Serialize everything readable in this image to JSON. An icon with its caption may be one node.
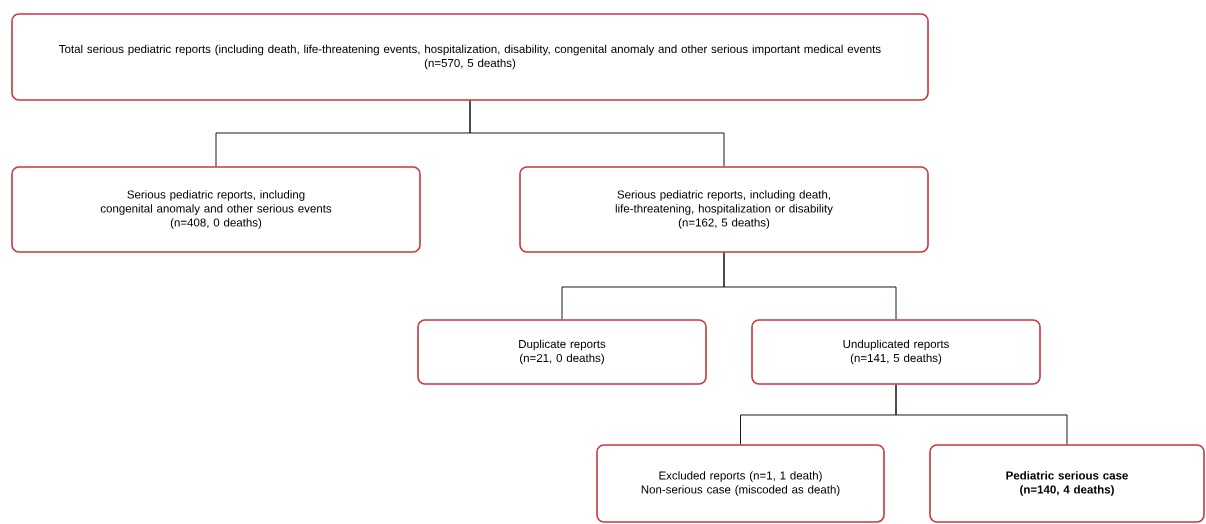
{
  "diagram": {
    "nodes": [
      {
        "text": [
          "Total serious pediatric reports (including death, life-threatening events, hospitalization, disability, congenital anomaly and other serious important medical events",
          "(n=570, 5 deaths)"
        ]
      },
      {
        "text": [
          "Serious pediatric reports, including congenital anomaly and other serious events",
          "(n=408, 0 deaths)"
        ]
      },
      {
        "text": [
          "Serious pediatric reports, including death, life-threatening, hospitalization or disability",
          "(n=162, 5 deaths)"
        ]
      },
      {
        "text": [
          "Duplicate reports",
          "(n=21, 0 deaths)"
        ]
      },
      {
        "text": [
          "Unduplicated reports",
          "(n=141, 5 deaths)"
        ]
      },
      {
        "text": [
          "Excluded reports (n=1, 1 death)",
          "Non-serious case (miscoded as death)"
        ]
      },
      {
        "text": [
          "Pediatric serious case",
          "(n=140, 4 deaths)"
        ]
      }
    ],
    "edges": [
      {
        "from": 0,
        "to": 1,
        "arrow": "none"
      },
      {
        "from": 0,
        "to": 2,
        "arrow": "none"
      },
      {
        "from": 2,
        "to": 3,
        "arrow": "none"
      },
      {
        "from": 2,
        "to": 4,
        "arrow": "none"
      },
      {
        "from": 4,
        "to": 5,
        "arrow": "none"
      },
      {
        "from": 4,
        "to": 6,
        "arrow": "none"
      }
    ]
  }
}
